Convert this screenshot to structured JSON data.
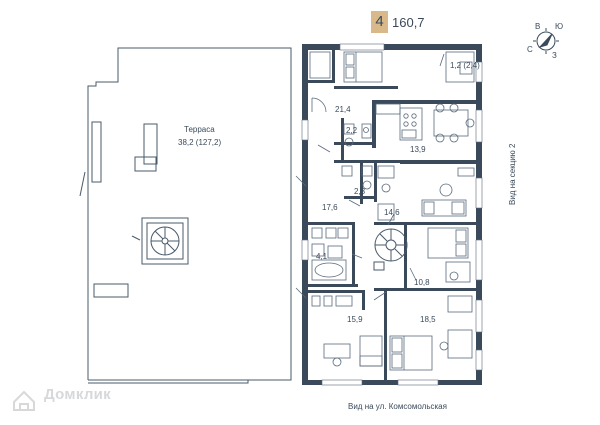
{
  "header": {
    "room_count": "4",
    "total_area": "160,7"
  },
  "compass": {
    "n": "В",
    "e": "Ю",
    "s": "З",
    "w": "С"
  },
  "terrace": {
    "title": "Терраса",
    "area": "38,2 (127,2)"
  },
  "balcony": {
    "area": "1,2 (2,4)"
  },
  "rooms": [
    {
      "area": "21,4"
    },
    {
      "area": "2,2"
    },
    {
      "area": "13,9"
    },
    {
      "area": "2,3"
    },
    {
      "area": "17,6"
    },
    {
      "area": "14,6"
    },
    {
      "area": "4,1"
    },
    {
      "area": "10,8"
    },
    {
      "area": "15,9"
    },
    {
      "area": "18,5"
    }
  ],
  "views": {
    "bottom": "Вид на ул. Комсомольская",
    "side": "Вид на секцию 2"
  },
  "watermark": {
    "text": "Домклик"
  },
  "colors": {
    "wall": "#3a4a5a",
    "line": "#5a6a7a",
    "accent": "#d9b98a",
    "watermark": "#d6d8da"
  }
}
